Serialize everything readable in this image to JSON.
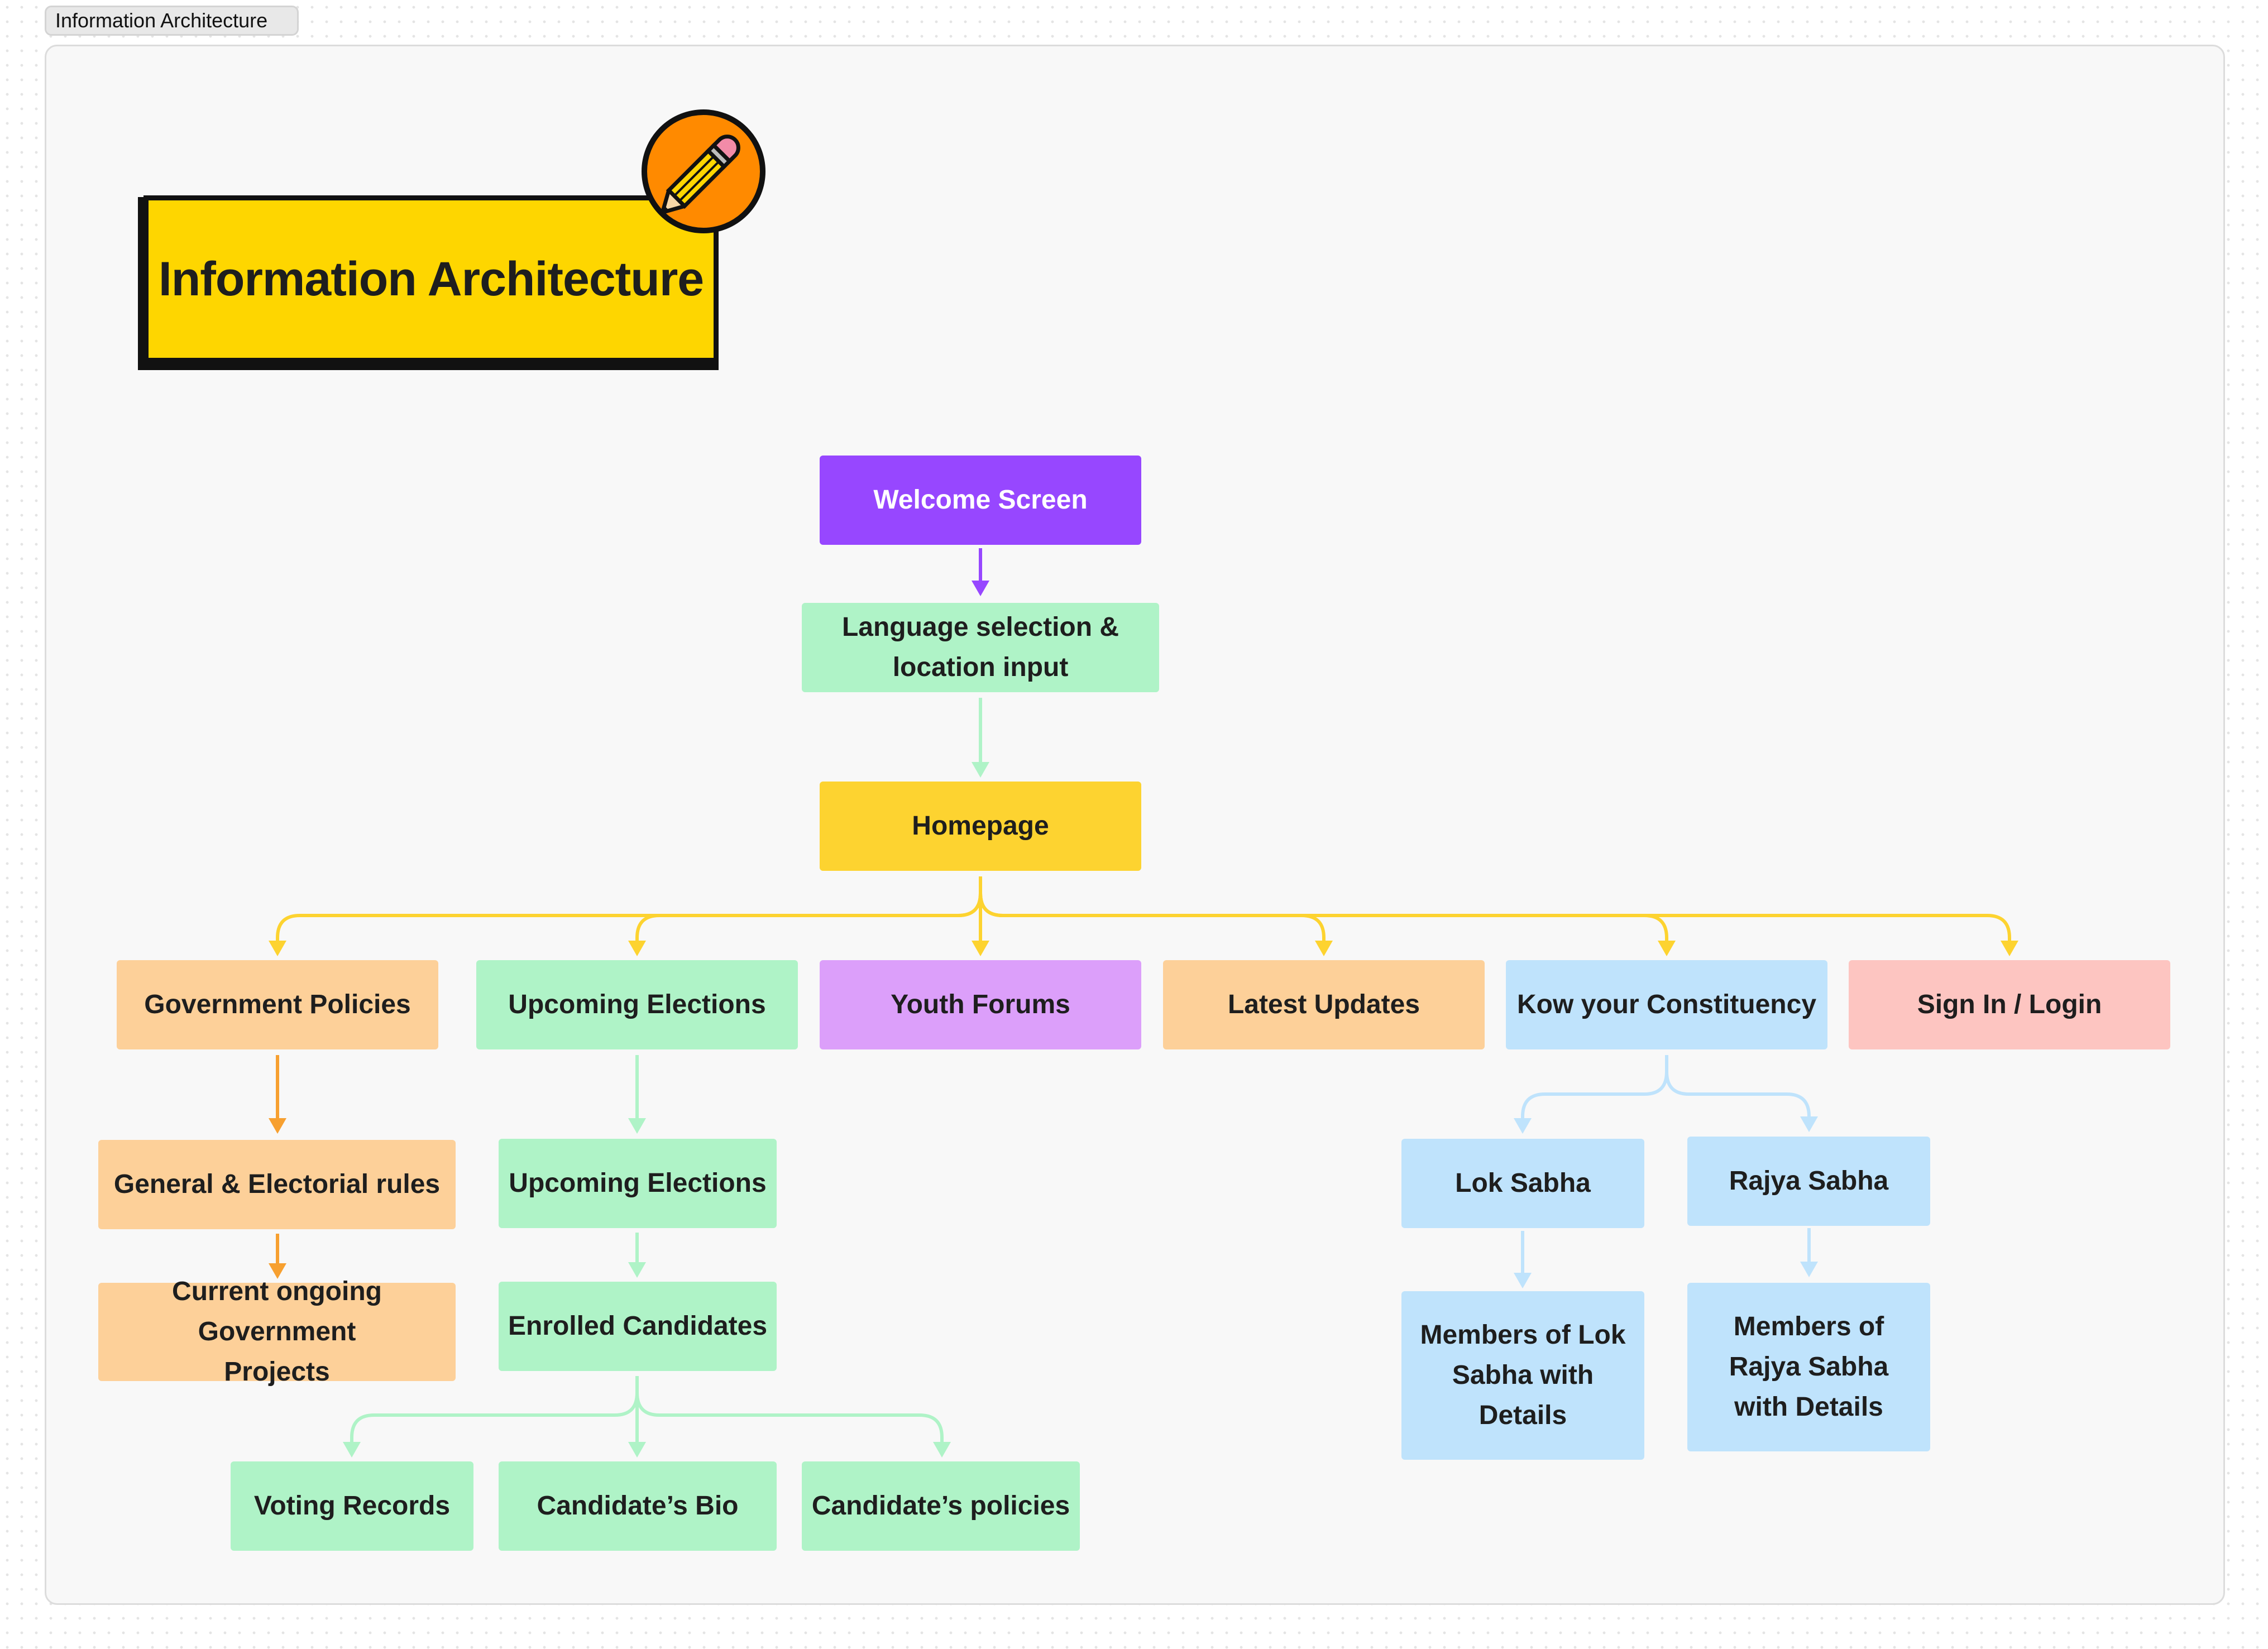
{
  "frame_label": "Information Architecture",
  "title": "Information Architecture",
  "colors": {
    "purple": "#9747ff",
    "green": "#aff3c7",
    "yellow": "#fdd330",
    "orange": "#fdd099",
    "violet": "#dc9ffa",
    "blue": "#bfe3fc",
    "pink": "#fdc5c1",
    "title_yellow": "#fed600",
    "badge_orange": "#ff8a00"
  },
  "badge_icon": "pencil-icon",
  "nodes": {
    "welcome": "Welcome Screen",
    "language": "Language selection & location input",
    "homepage": "Homepage",
    "gov_policies": "Government Policies",
    "upcoming_elections": "Upcoming Elections",
    "youth_forums": "Youth Forums",
    "latest_updates": "Latest Updates",
    "constituency": "Kow your Constituency",
    "sign_in": "Sign In / Login",
    "electoral_rules": "General & Electorial rules",
    "gov_projects": "Current ongoing Government Projects",
    "upcoming_elections_sub": "Upcoming Elections",
    "enrolled_candidates": "Enrolled Candidates",
    "voting_records": "Voting Records",
    "candidate_bio": "Candidate’s Bio",
    "candidate_policies": "Candidate’s policies",
    "lok_sabha": "Lok Sabha",
    "rajya_sabha": "Rajya Sabha",
    "lok_members": "Members of Lok Sabha with Details",
    "rajya_members": "Members of Rajya Sabha with Details"
  }
}
